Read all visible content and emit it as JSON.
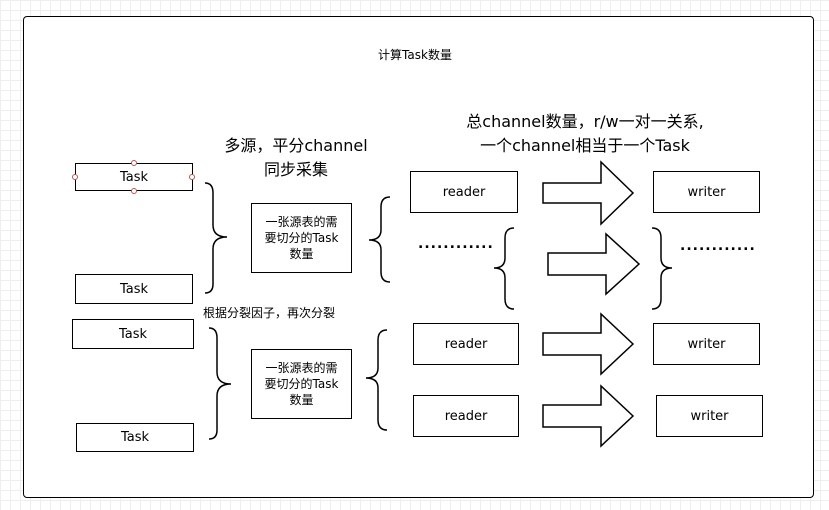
{
  "diagram": {
    "title": "计算Task数量",
    "top_tasks": [
      "Task",
      "Task"
    ],
    "bottom_tasks": [
      "Task",
      "Task"
    ],
    "annotation_multi_source": "多源，平分channel\n同步采集",
    "annotation_split_again": "根据分裂因子，再次分裂",
    "annotation_channel_total": "总channel数量，r/w一对一关系,\n一个channel相当于一个Task",
    "split_box_top": "一张源表的需\n要切分的Task\n数量",
    "split_box_bottom": "一张源表的需\n要切分的Task\n数量",
    "readers": [
      "reader",
      "reader",
      "reader"
    ],
    "writers": [
      "writer",
      "writer",
      "writer"
    ],
    "ellipsis_left": "............",
    "ellipsis_right": "............"
  }
}
